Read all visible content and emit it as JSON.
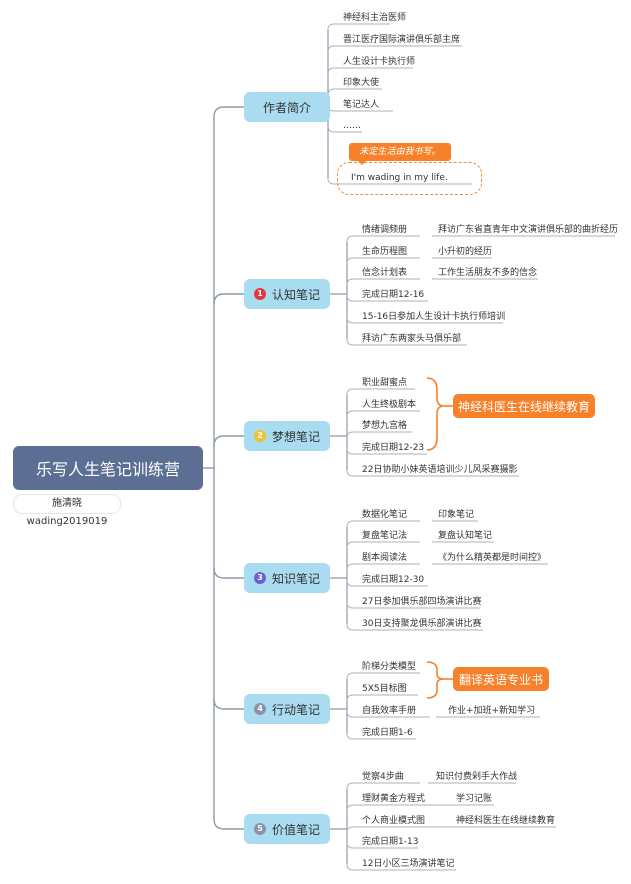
{
  "title": "乐写人生笔记训练营",
  "author": "施清晓wading2019019",
  "colors": {
    "root_bg": "#5c6e94",
    "branch_bg": "#a9dcf0",
    "line": "#8f9aa8",
    "leaf_line": "#aab3c0",
    "accent": "#f7812a",
    "num_red": "#e0383e",
    "num_yellow": "#f2c12e",
    "num_purple": "#6b5fd3",
    "num_gray": "#8a94a6"
  },
  "branches": [
    {
      "label": "作者简介",
      "badge": "",
      "badge_icon": "",
      "leaves": [
        {
          "text": "神经科主治医师",
          "extra": ""
        },
        {
          "text": "晋江医疗国际演讲俱乐部主席",
          "extra": ""
        },
        {
          "text": "人生设计卡执行师",
          "extra": ""
        },
        {
          "text": "印象大使",
          "extra": ""
        },
        {
          "text": "笔记达人",
          "extra": ""
        },
        {
          "text": "……",
          "extra": ""
        },
        {
          "text": "I'm wading in my life.",
          "extra": ""
        }
      ],
      "callout": "未定生活由我书写。"
    },
    {
      "label": "认知笔记",
      "badge": "1",
      "badge_icon": "number-1-red-icon",
      "leaves": [
        {
          "text": "情绪调频册",
          "extra": "拜访广东省直青年中文演讲俱乐部的曲折经历"
        },
        {
          "text": "生命历程图",
          "extra": "小升初的经历"
        },
        {
          "text": "信念计划表",
          "extra": "工作生活朋友不多的信念"
        },
        {
          "text": "完成日期12-16",
          "extra": ""
        },
        {
          "text": "15-16日参加人生设计卡执行师培训",
          "extra": ""
        },
        {
          "text": "拜访广东两家头马俱乐部",
          "extra": ""
        }
      ]
    },
    {
      "label": "梦想笔记",
      "badge": "2",
      "badge_icon": "number-2-yellow-icon",
      "leaves": [
        {
          "text": "职业甜蜜点",
          "extra": ""
        },
        {
          "text": "人生终极剧本",
          "extra": ""
        },
        {
          "text": "梦想九宫格",
          "extra": ""
        },
        {
          "text": "完成日期12-23",
          "extra": ""
        },
        {
          "text": "22日协助小妹英语培训少儿风采赛摄影",
          "extra": ""
        }
      ],
      "summary": "神经科医生在线继续教育"
    },
    {
      "label": "知识笔记",
      "badge": "3",
      "badge_icon": "number-3-purple-icon",
      "leaves": [
        {
          "text": "数据化笔记",
          "extra": "印象笔记"
        },
        {
          "text": "复盘笔记法",
          "extra": "复盘认知笔记"
        },
        {
          "text": "剧本阅读法",
          "extra": "《为什么精英都是时间控》"
        },
        {
          "text": "完成日期12-30",
          "extra": ""
        },
        {
          "text": "27日参加俱乐部四场演讲比赛",
          "extra": ""
        },
        {
          "text": "30日支持聚龙俱乐部演讲比赛",
          "extra": ""
        }
      ]
    },
    {
      "label": "行动笔记",
      "badge": "4",
      "badge_icon": "number-4-gray-icon",
      "leaves": [
        {
          "text": "阶梯分类模型",
          "extra": ""
        },
        {
          "text": "5X5目标图",
          "extra": ""
        },
        {
          "text": "自我效率手册",
          "extra": "作业+加班+新知学习"
        },
        {
          "text": "完成日期1-6",
          "extra": ""
        }
      ],
      "summary": "翻译英语专业书"
    },
    {
      "label": "价值笔记",
      "badge": "5",
      "badge_icon": "number-5-gray-icon",
      "leaves": [
        {
          "text": "觉察4步曲",
          "extra": "知识付费剁手大作战"
        },
        {
          "text": "理财黄金方程式",
          "extra": "学习记账"
        },
        {
          "text": "个人商业模式图",
          "extra": "神经科医生在线继续教育"
        },
        {
          "text": "完成日期1-13",
          "extra": ""
        },
        {
          "text": "12日小区三场演讲笔记",
          "extra": ""
        }
      ]
    }
  ]
}
